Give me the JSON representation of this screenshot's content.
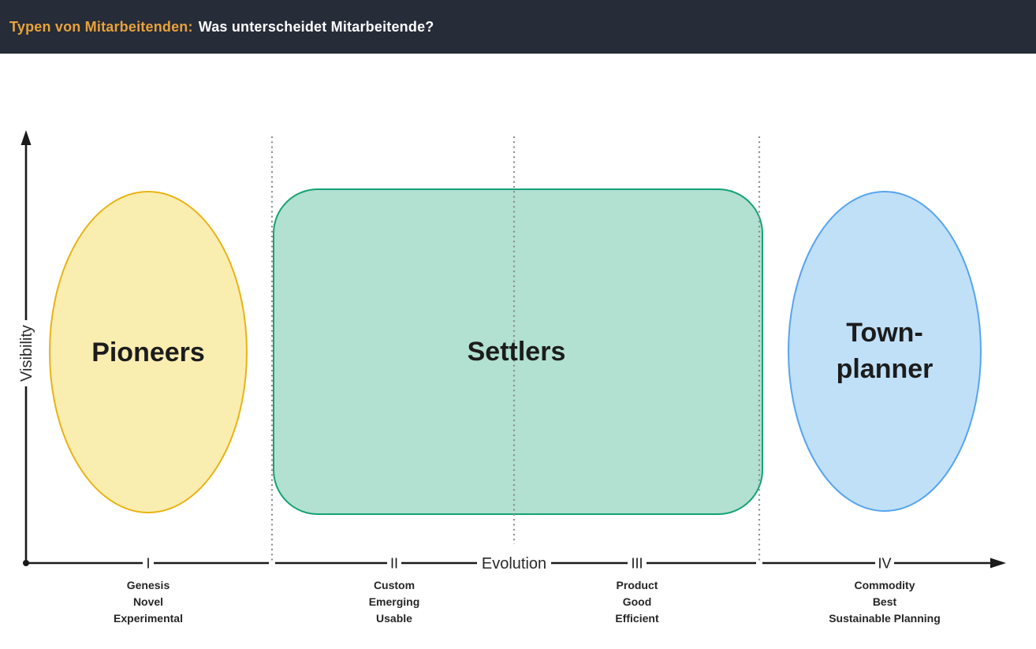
{
  "header": {
    "topic_label": "Typen von Mitarbeitenden:",
    "question": "Was unterscheidet Mitarbeitende?"
  },
  "colors": {
    "header_bg": "#262C38",
    "header_accent": "#E9A23B",
    "header_text": "#FFFFFF",
    "pioneers_fill": "#FAEDB0",
    "pioneers_stroke": "#E9B313",
    "settlers_fill": "#B2E0D1",
    "settlers_stroke": "#14A275",
    "townplanner_fill": "#C0E0F8",
    "townplanner_stroke": "#57A4EE",
    "axis": "#1A1A1A",
    "dotted_line": "#8C8C8C"
  },
  "diagram": {
    "y_axis_label": "Visibility",
    "x_axis_label": "Evolution",
    "groups": {
      "pioneers": {
        "label": "Pioneers"
      },
      "settlers": {
        "label": "Settlers"
      },
      "townplanner": {
        "label_line1": "Town-",
        "label_line2": "planner"
      }
    },
    "stages": [
      {
        "numeral": "I",
        "terms": [
          "Genesis",
          "Novel",
          "Experimental"
        ]
      },
      {
        "numeral": "II",
        "terms": [
          "Custom",
          "Emerging",
          "Usable"
        ]
      },
      {
        "numeral": "III",
        "terms": [
          "Product",
          "Good",
          "Efficient"
        ]
      },
      {
        "numeral": "IV",
        "terms": [
          "Commodity",
          "Best",
          "Sustainable Planning"
        ]
      }
    ]
  }
}
